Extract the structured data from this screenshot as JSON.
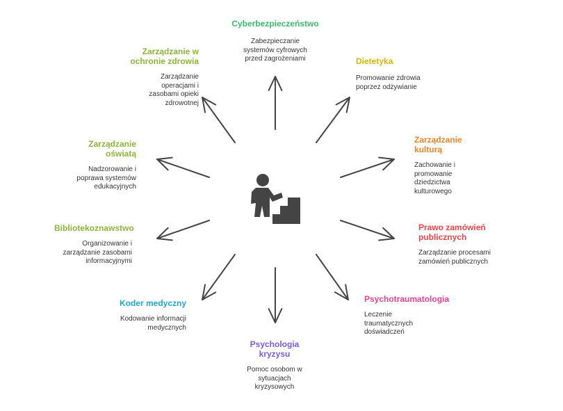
{
  "colors": {
    "arrow": "#444444",
    "icon": "#444444"
  },
  "center_icon": "person-climbing-stairs-icon",
  "nodes": [
    {
      "id": "cyber",
      "title": "Cyberbezpieczeństwo",
      "description": "Zabezpieczanie systemów cyfrowych przed zagrożeniami",
      "color": "#3CB96A"
    },
    {
      "id": "dietetyka",
      "title": "Dietetyka",
      "description": "Promowanie zdrowia poprzez odżywianie",
      "color": "#D4B800"
    },
    {
      "id": "kultura",
      "title": "Zarządzanie kulturą",
      "description": "Zachowanie i promowanie dziedzictwa kulturowego",
      "color": "#E8862A"
    },
    {
      "id": "zamowienia",
      "title": "Prawo zamówień publicznych",
      "description": "Zarządzanie procesami zamówień publicznych",
      "color": "#E8454A"
    },
    {
      "id": "psychotrauma",
      "title": "Psychotraumatologia",
      "description": "Leczenie traumatycznych doświadczeń",
      "color": "#E0448F"
    },
    {
      "id": "kryzys",
      "title": "Psychologia kryzysu",
      "description": "Pomoc osobom w sytuacjach kryzysowych",
      "color": "#7A5CD6"
    },
    {
      "id": "koder",
      "title": "Koder medyczny",
      "description": "Kodowanie informacji medycznych",
      "color": "#1FA7C9"
    },
    {
      "id": "biblio",
      "title": "Bibliotekoznawstwo",
      "description": "Organizowanie i zarządzanie zasobami informacyjnymi",
      "color": "#8CB43A"
    },
    {
      "id": "oswiata",
      "title": "Zarządzanie oświatą",
      "description": "Nadzorowanie i poprawa systemów edukacyjnych",
      "color": "#8CB43A"
    },
    {
      "id": "zdrowie",
      "title": "Zarządzanie w ochronie zdrowia",
      "description": "Zarządzanie operacjami i zasobami opieki zdrowotnej",
      "color": "#8CB43A"
    }
  ]
}
